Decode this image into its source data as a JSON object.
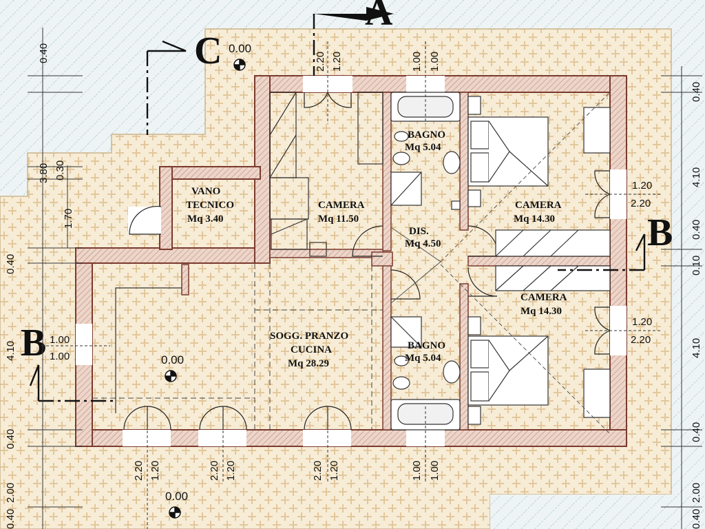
{
  "rooms": {
    "vano_tecnico": {
      "name_line1": "VANO",
      "name_line2": "TECNICO",
      "area": "Mq  3.40"
    },
    "camera_1": {
      "name": "CAMERA",
      "area": "Mq  11.50"
    },
    "bagno_1": {
      "name": "BAGNO",
      "area": "Mq  5.04"
    },
    "camera_2": {
      "name": "CAMERA",
      "area": "Mq  14.30"
    },
    "dis": {
      "name": "DIS.",
      "area": "Mq  4.50"
    },
    "camera_3": {
      "name": "CAMERA",
      "area": "Mq  14.30"
    },
    "bagno_2": {
      "name": "BAGNO",
      "area": "Mq  5.04"
    },
    "soggiorno": {
      "name_line1": "SOGG. PRANZO",
      "name_line2": "CUCINA",
      "area": "Mq  28.29"
    }
  },
  "levels": {
    "top": "0.00",
    "living": "0.00",
    "bottom": "0.00"
  },
  "sections": {
    "a": "A",
    "b_left": "B",
    "b_right": "B",
    "c": "C"
  },
  "openings": {
    "top_door_w": "1.20",
    "top_door_h": "2.20",
    "top_win_w": "1.00",
    "top_win_h": "1.00",
    "right_upper_w": "1.20",
    "right_upper_h": "2.20",
    "right_lower_w": "1.20",
    "right_lower_h": "2.20",
    "left_win_w": "1.00",
    "left_win_h": "1.00",
    "bottom1_w": "1.20",
    "bottom1_h": "2.20",
    "bottom2_w": "1.20",
    "bottom2_h": "2.20",
    "bottom3_w": "1.20",
    "bottom3_h": "2.20",
    "bottom_win_w": "1.00",
    "bottom_win_h": "1.00"
  },
  "dims": {
    "left": [
      "0.40",
      "3.80",
      "0.30",
      "1.70",
      "0.40",
      "4.10",
      "0.40",
      "2.00",
      "0.40"
    ],
    "right": [
      "0.40",
      "4.10",
      "0.40",
      "0.10",
      "4.10",
      "0.40",
      "2.00",
      "0.40"
    ]
  },
  "colors": {
    "wall_fill": "#e7cfc3",
    "wall_stroke": "#7a3a2e",
    "paving": "#f6ead2",
    "terrain": "#dde9ec"
  }
}
